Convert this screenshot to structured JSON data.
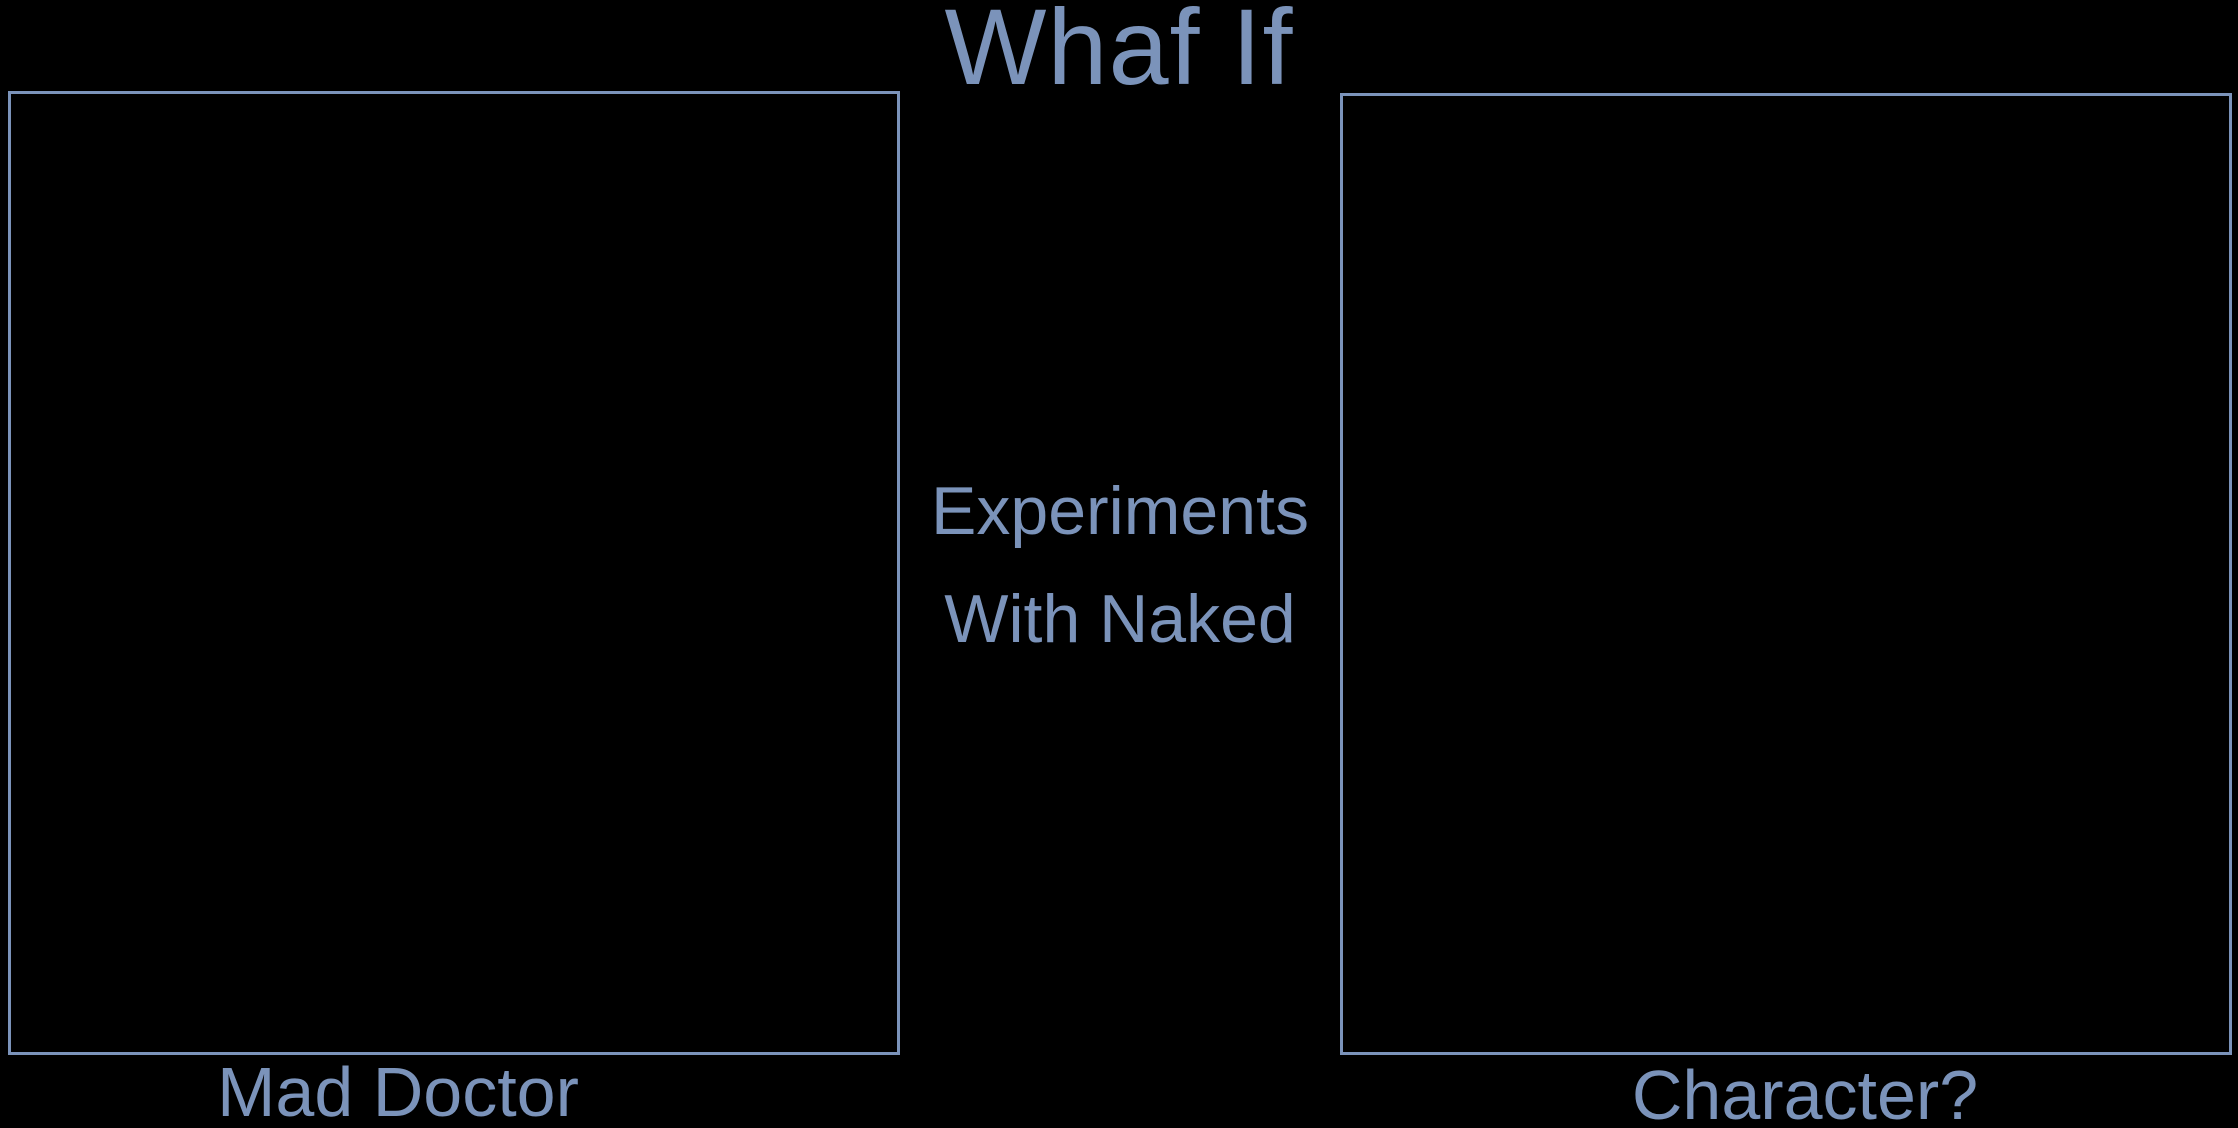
{
  "title": "Whaf If",
  "middle": {
    "line1": "Experiments",
    "line2": "With Naked"
  },
  "left_panel": {
    "label": "Mad Doctor"
  },
  "right_panel": {
    "label": "Character?"
  },
  "colors": {
    "background": "#000000",
    "accent": "#7b93ba"
  }
}
